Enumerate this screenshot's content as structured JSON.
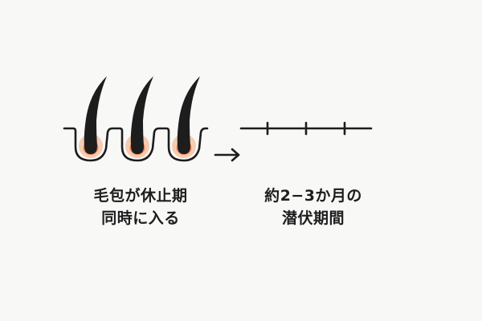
{
  "colors": {
    "background": "#f8f8f7",
    "ink": "#1d1d1d",
    "bulb_outer": "#f6cbb0",
    "bulb_inner": "#e9875a"
  },
  "icons": {
    "follicle": "hair-follicle-icon",
    "arrow": "right-arrow-icon",
    "timeline": "timeline-icon"
  },
  "follicle_count": 3,
  "timeline_tick_count": 3,
  "left_caption": {
    "line1": "毛包が休止期",
    "line2": "同時に入る"
  },
  "right_caption": {
    "line1": "約2−3か月の",
    "line2": "潜伏期間"
  }
}
